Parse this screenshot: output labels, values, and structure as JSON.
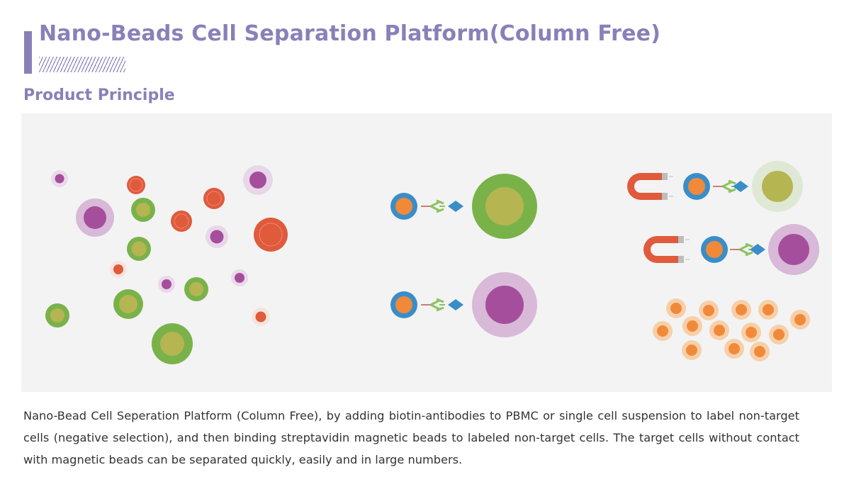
{
  "page": {
    "title": "Nano-Beads Cell Separation Platform(Column Free)",
    "subtitle": "Product Principle",
    "description": "Nano-Bead Cell Seperation Platform (Column Free), by adding biotin-antibodies to PBMC or single cell suspension to label non-target cells (negative selection), and then binding streptavidin magnetic beads to labeled non-target cells. The target cells without contact with magnetic beads can be separated quickly, easily and in large numbers."
  },
  "colors": {
    "accent": "#8a80b8",
    "panel_bg": "#f3f3f3",
    "red_cell": "#e05a3c",
    "green_cell": "#7ab24a",
    "purple_cell": "#a54e9c",
    "bead_orange": "#f08a3a",
    "bead_ring_blue": "#3a8ec8",
    "streptavidin_blue": "#3a8ec8",
    "antibody_green": "#8cc260"
  },
  "illustration": {
    "stages": [
      "mixed-cell-suspension",
      "labeled-non-target-cells",
      "magnetic-separation"
    ],
    "icons": [
      "magnet-icon",
      "magnetic-bead-icon",
      "antibody-icon",
      "streptavidin-icon"
    ]
  }
}
